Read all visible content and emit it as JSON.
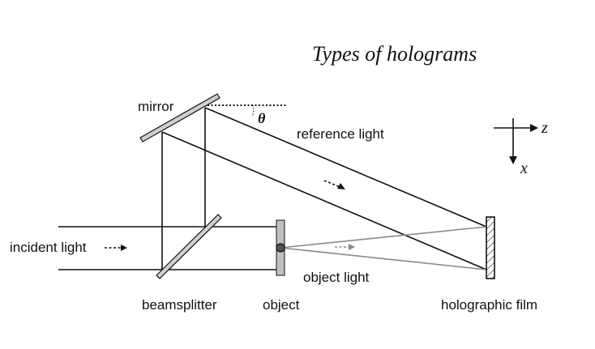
{
  "title": "Types of holograms",
  "labels": {
    "mirror": "mirror",
    "theta": "θ",
    "reference_light": "reference light",
    "incident_light": "incident light",
    "beamsplitter": "beamsplitter",
    "object": "object",
    "object_light": "object light",
    "holographic_film": "holographic film"
  },
  "axes": {
    "z": "z",
    "x": "x"
  },
  "colors": {
    "line": "#111111",
    "gray": "#888888",
    "object_fill": "#bdbdbd"
  }
}
